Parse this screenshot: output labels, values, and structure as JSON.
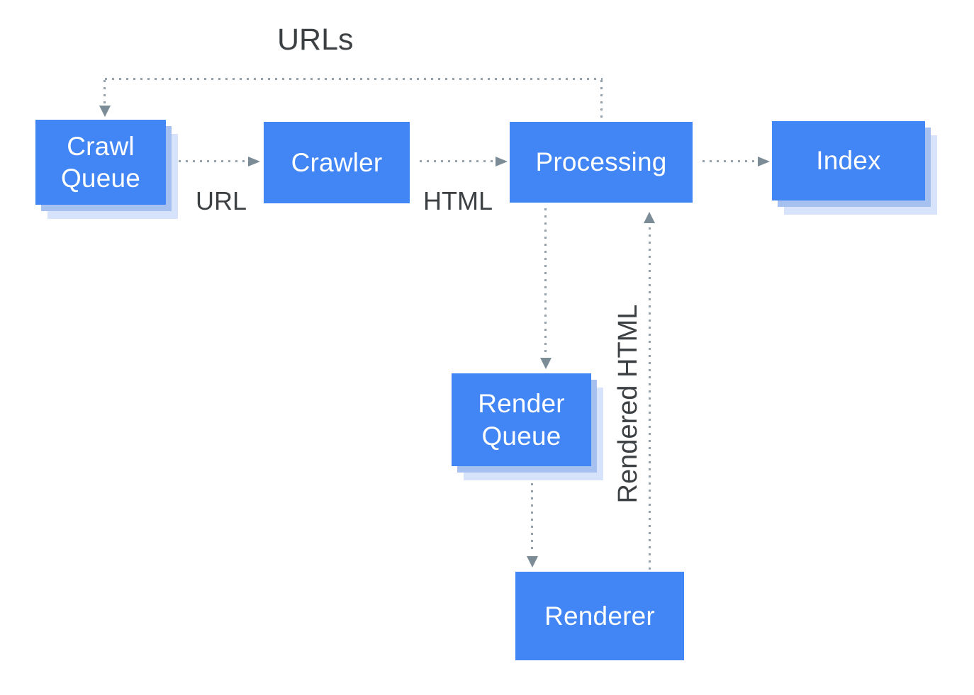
{
  "diagram": {
    "boxes": [
      {
        "id": "crawl-queue",
        "label": "Crawl Queue",
        "stacked": true
      },
      {
        "id": "crawler",
        "label": "Crawler",
        "stacked": false
      },
      {
        "id": "processing",
        "label": "Processing",
        "stacked": false
      },
      {
        "id": "index",
        "label": "Index",
        "stacked": true
      },
      {
        "id": "render-queue",
        "label": "Render Queue",
        "stacked": true
      },
      {
        "id": "renderer",
        "label": "Renderer",
        "stacked": false
      }
    ],
    "edge_labels": {
      "urls": "URLs",
      "url": "URL",
      "html": "HTML",
      "rendered_html": "Rendered HTML"
    },
    "edges": [
      {
        "from": "processing",
        "to": "crawl-queue",
        "label": "URLs",
        "style": "dotted"
      },
      {
        "from": "crawl-queue",
        "to": "crawler",
        "label": "URL",
        "style": "dotted"
      },
      {
        "from": "crawler",
        "to": "processing",
        "label": "HTML",
        "style": "dotted"
      },
      {
        "from": "processing",
        "to": "index",
        "label": "",
        "style": "dotted"
      },
      {
        "from": "processing",
        "to": "render-queue",
        "label": "",
        "style": "dotted"
      },
      {
        "from": "render-queue",
        "to": "renderer",
        "label": "",
        "style": "dotted"
      },
      {
        "from": "renderer",
        "to": "processing",
        "label": "Rendered HTML",
        "style": "dotted"
      }
    ],
    "colors": {
      "box_fill": "#4285f4",
      "box_text": "#ffffff",
      "shadow_mid": "#a6c1f0",
      "shadow_light": "#d6e3fb",
      "dot": "#93a1ac",
      "arrow": "#7b8c97",
      "label_text": "#3c4043",
      "background": "#ffffff"
    }
  }
}
